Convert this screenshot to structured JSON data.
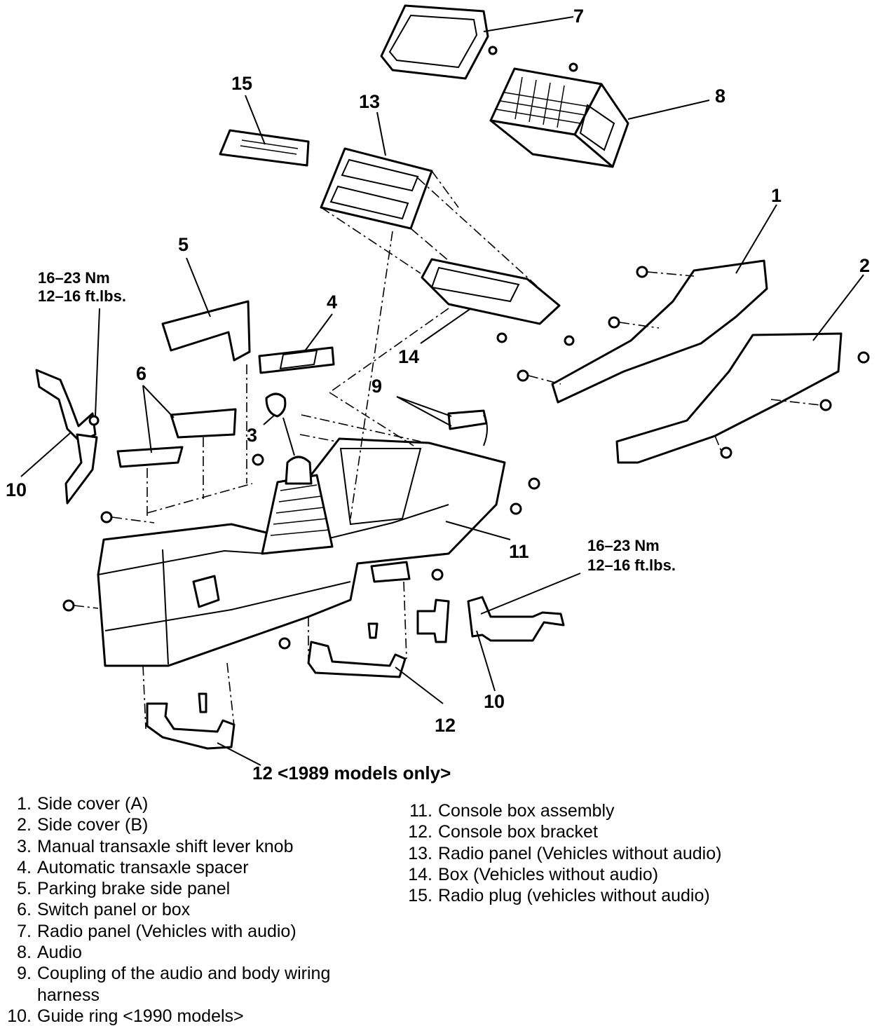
{
  "diagram": {
    "callouts": {
      "c1": "1",
      "c2": "2",
      "c3": "3",
      "c4": "4",
      "c5": "5",
      "c6": "6",
      "c7": "7",
      "c8": "8",
      "c9": "9",
      "c10a": "10",
      "c10b": "10",
      "c11": "11",
      "c12a": "12",
      "c12b": "12",
      "c13": "13",
      "c14": "14",
      "c15": "15"
    },
    "torque_left": {
      "nm": "16–23  Nm",
      "ftlbs": "12–16  ft.lbs."
    },
    "torque_right": {
      "nm": "16–23  Nm",
      "ftlbs": "12–16  ft.lbs."
    },
    "caption": "12  <1989  models  only>"
  },
  "legend": {
    "left": [
      {
        "num": "1.",
        "text": "Side cover (A)"
      },
      {
        "num": "2.",
        "text": "Side cover (B)"
      },
      {
        "num": "3.",
        "text": "Manual transaxle shift lever knob"
      },
      {
        "num": "4.",
        "text": "Automatic transaxle spacer"
      },
      {
        "num": "5.",
        "text": "Parking brake side panel"
      },
      {
        "num": "6.",
        "text": "Switch panel or box"
      },
      {
        "num": "7.",
        "text": "Radio panel (Vehicles with audio)"
      },
      {
        "num": "8.",
        "text": "Audio"
      },
      {
        "num": "9.",
        "text": "Coupling of the audio and body wiring harness"
      },
      {
        "num": "10.",
        "text": "Guide ring <1990 models>"
      }
    ],
    "right": [
      {
        "num": "11.",
        "text": "Console box assembly"
      },
      {
        "num": "12.",
        "text": "Console box bracket"
      },
      {
        "num": "13.",
        "text": "Radio panel (Vehicles without audio)"
      },
      {
        "num": "14.",
        "text": "Box (Vehicles without audio)"
      },
      {
        "num": "15.",
        "text": "Radio plug (vehicles without audio)"
      }
    ]
  }
}
